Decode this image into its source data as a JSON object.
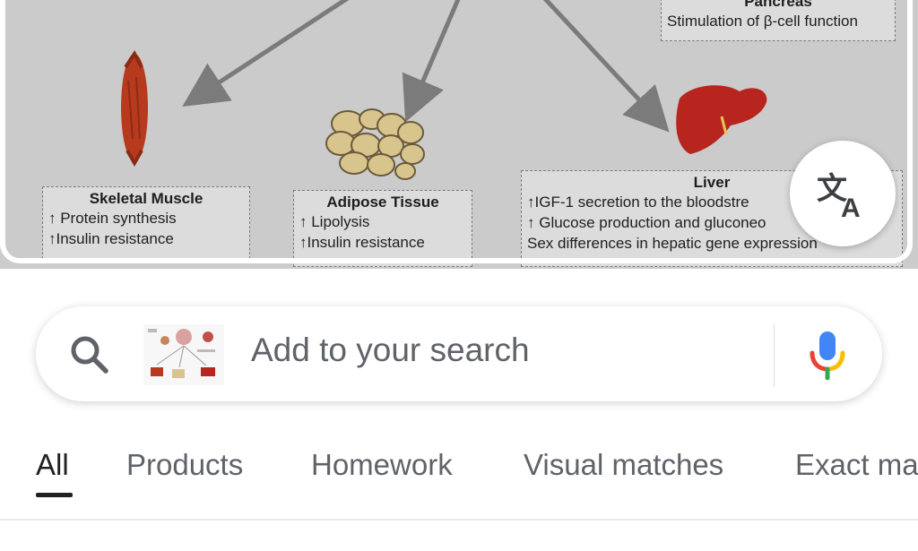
{
  "figure": {
    "pancreas": {
      "title": "Pancreas",
      "line1": "Stimulation of β-cell function"
    },
    "skeletal_muscle": {
      "title": "Skeletal Muscle",
      "line1": "↑ Protein synthesis",
      "line2": "↑Insulin  resistance"
    },
    "adipose": {
      "title": "Adipose Tissue",
      "line1": "↑ Lipolysis",
      "line2": "↑Insulin  resistance"
    },
    "liver": {
      "title": "Liver",
      "line1": "↑IGF-1  secretion to the bloodstre",
      "line2": "↑ Glucose production and gluconeo",
      "line3": "Sex differences in hepatic gene expression"
    }
  },
  "translate": {
    "icon": "translate-icon"
  },
  "search": {
    "placeholder": "Add to your search",
    "search_icon": "search-icon",
    "mic_icon": "mic-icon",
    "thumbnail": "query-image-thumbnail"
  },
  "tabs": [
    {
      "label": "All",
      "active": true
    },
    {
      "label": "Products"
    },
    {
      "label": "Homework"
    },
    {
      "label": "Visual matches"
    },
    {
      "label": "Exact ma"
    }
  ],
  "colors": {
    "accent_text": "#202124",
    "muted_text": "#5f6368",
    "mic_blue": "#4285f4",
    "mic_red": "#ea4335",
    "mic_yellow": "#fbbc04",
    "mic_green": "#34a853"
  }
}
